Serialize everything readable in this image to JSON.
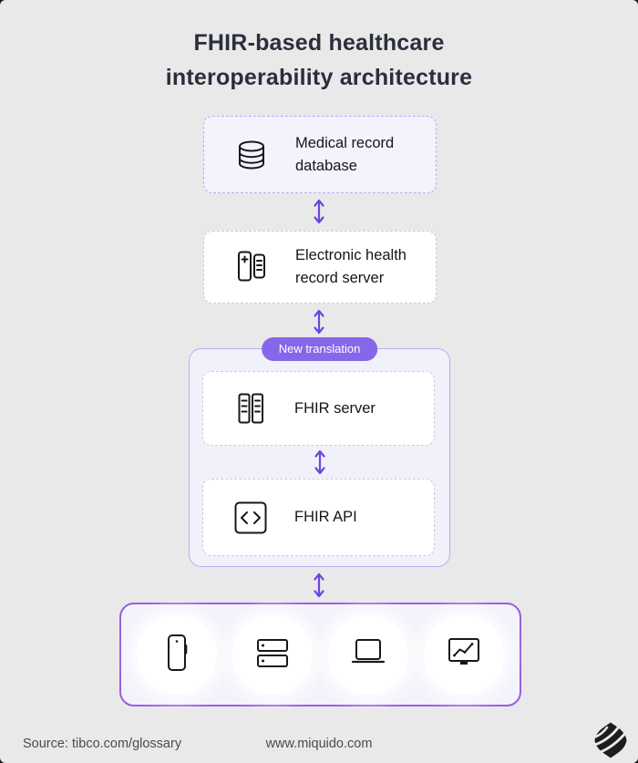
{
  "title": {
    "line1": "FHIR-based healthcare",
    "line2": "interoperability architecture"
  },
  "badge": {
    "label": "New translation"
  },
  "nodes": {
    "medical_record_database": {
      "label": "Medical record database",
      "icon": "database-icon"
    },
    "ehr_server": {
      "label": "Electronic health record server",
      "icon": "ehr-records-icon"
    },
    "fhir_server": {
      "label": "FHIR server",
      "icon": "server-racks-icon"
    },
    "fhir_api": {
      "label": "FHIR API",
      "icon": "code-brackets-icon"
    }
  },
  "connections": {
    "style": "double-headed-vertical-arrow",
    "color": "#6b46e0"
  },
  "devices": {
    "items": [
      "smartphone-icon",
      "server-stack-icon",
      "laptop-icon",
      "monitor-chart-icon"
    ]
  },
  "footer": {
    "source": "Source: tibco.com/glossary",
    "website": "www.miquido.com",
    "logo": "miquido-logo"
  },
  "colors": {
    "background": "#e9e9e9",
    "title": "#2b2e3d",
    "arrow_purple": "#6b46e0",
    "badge_purple": "#8667e9",
    "container_border": "#bcabf4",
    "container_fill": "#f1f1fb",
    "panel_border": "#9c5ddf",
    "panel_fill": "#f3f3fd",
    "db_box_fill": "#f2f3fc",
    "db_box_border": "#b6aef2",
    "dashed_gray": "#cbcbd2"
  }
}
